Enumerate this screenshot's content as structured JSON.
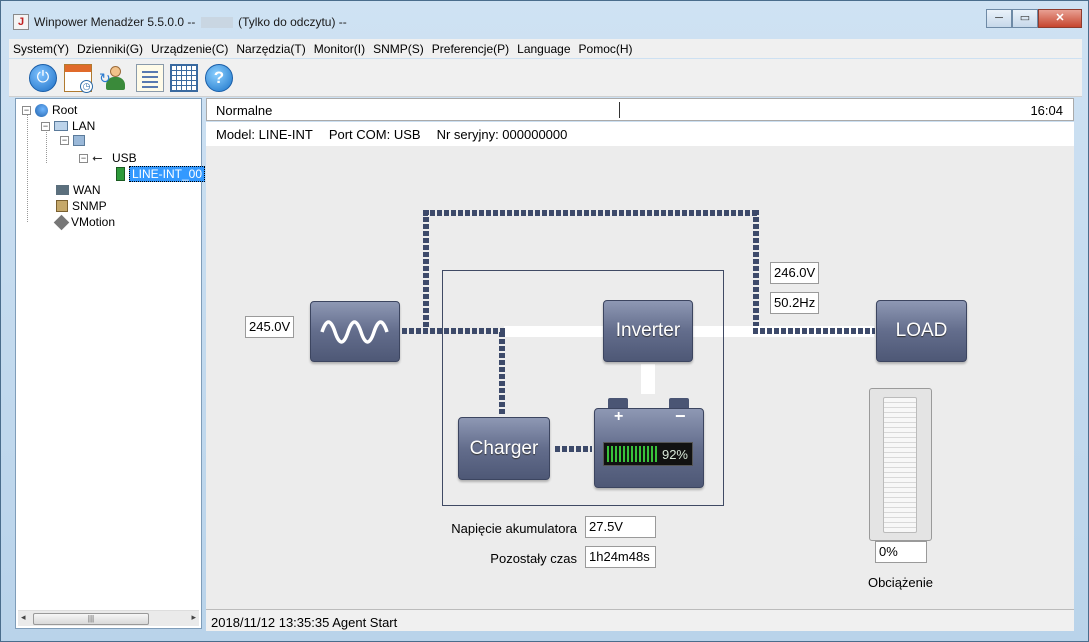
{
  "window": {
    "title_prefix": "Winpower Menadżer 5.5.0.0 --",
    "title_suffix": "(Tylko do odczytu) --",
    "minimize": "─",
    "maximize": "▭",
    "close": "✕"
  },
  "menu": [
    "System(Y)",
    "Dzienniki(G)",
    "Urządzenie(C)",
    "Narzędzia(T)",
    "Monitor(I)",
    "SNMP(S)",
    "Preferencje(P)",
    "Language",
    "Pomoc(H)"
  ],
  "toolbar": {
    "icons": [
      "power-icon",
      "schedule-icon",
      "user-icon",
      "log-list-icon",
      "data-grid-icon",
      "help-icon"
    ],
    "help_glyph": "?",
    "power_glyph": "⏻"
  },
  "tree": {
    "root": "Root",
    "lan": "LAN",
    "usb": "USB",
    "device": "LINE-INT_00",
    "wan": "WAN",
    "snmp": "SNMP",
    "vmotion": "VMotion",
    "collapse_glyph": "−"
  },
  "status": {
    "state": "Normalne",
    "time": "16:04"
  },
  "info": {
    "model": "Model: LINE-INT",
    "port": "Port COM: USB",
    "serial": "Nr seryjny: 000000000"
  },
  "diagram": {
    "input_voltage": "245.0V",
    "output_voltage": "246.0V",
    "output_freq": "50.2Hz",
    "inverter_label": "Inverter",
    "charger_label": "Charger",
    "load_label": "LOAD",
    "battery_percent": "92%",
    "battery_level": 0.92,
    "battery_plus": "+",
    "battery_minus": "−",
    "battery_voltage_label": "Napięcie akumulatora",
    "battery_voltage": "27.5V",
    "remaining_time_label": "Pozostały czas",
    "remaining_time": "1h24m48s",
    "load_percent": "0%",
    "load_level": 0,
    "load_label_text": "Obciążenie"
  },
  "log": {
    "latest": "2018/11/12 13:35:35  Agent Start"
  },
  "colors": {
    "accent_box": "#636d8c",
    "battery_green": "#39c23a",
    "selection": "#3399ff"
  }
}
